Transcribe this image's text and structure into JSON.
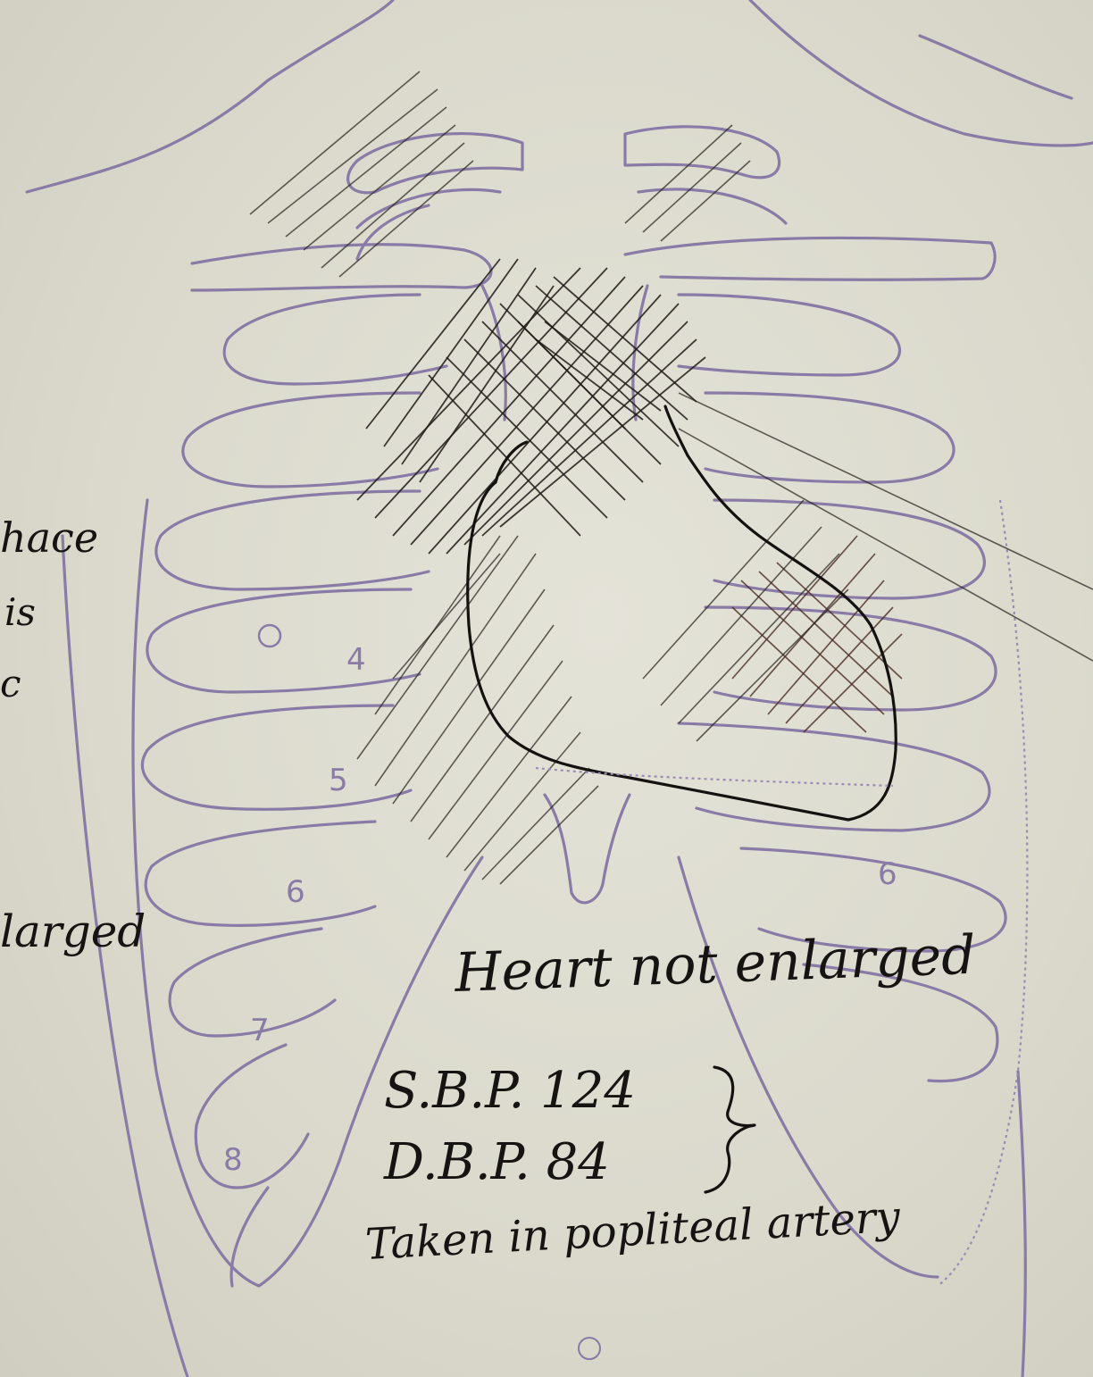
{
  "rib_numbers": [
    "4",
    "5",
    "6",
    "7",
    "8",
    "6"
  ],
  "annotations": {
    "heart_note": "Heart not enlarged",
    "sbp": "S.B.P. 124",
    "dbp": "D.B.P. 84",
    "taken": "Taken in popliteal artery"
  },
  "margin_fragments": [
    "hace",
    "is",
    "c",
    "larged"
  ],
  "colors": {
    "paper": "#dcdcd0",
    "diagram": "#8a7aa6",
    "ink": "#141210"
  }
}
